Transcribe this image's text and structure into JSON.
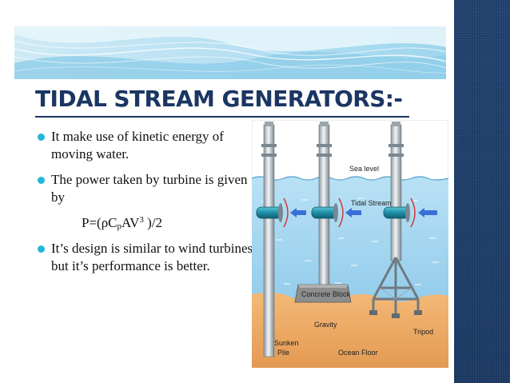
{
  "slide": {
    "title": "TIDAL STREAM GENERATORS:-",
    "bullets": [
      "It make use of kinetic energy of moving water.",
      "The power taken by turbine is given by",
      "It’s design is similar to wind turbines but it’s performance is better."
    ],
    "formula": {
      "prefix": "P=(ρC",
      "sub": "p",
      "mid": "AV",
      "sup": "3",
      "suffix": " )/2"
    }
  },
  "diagram": {
    "labels": {
      "sea_level": "Sea level",
      "tidal_stream": "Tidal Stream",
      "concrete_block": "Concrete Block",
      "gravity": "Gravity",
      "tripod": "Tripod",
      "sunken": "Sunken",
      "pile": "Pile",
      "ocean_floor": "Ocean Floor"
    }
  },
  "colors": {
    "title": "#1b3663",
    "bullet": "#27b5d9",
    "sidebar": "#1d3e6b",
    "water": "#9fd3ef",
    "seabed": "#e8a765"
  },
  "icons": [
    "bullet-dot-icon",
    "flow-arrow-icon",
    "turbine-icon"
  ]
}
